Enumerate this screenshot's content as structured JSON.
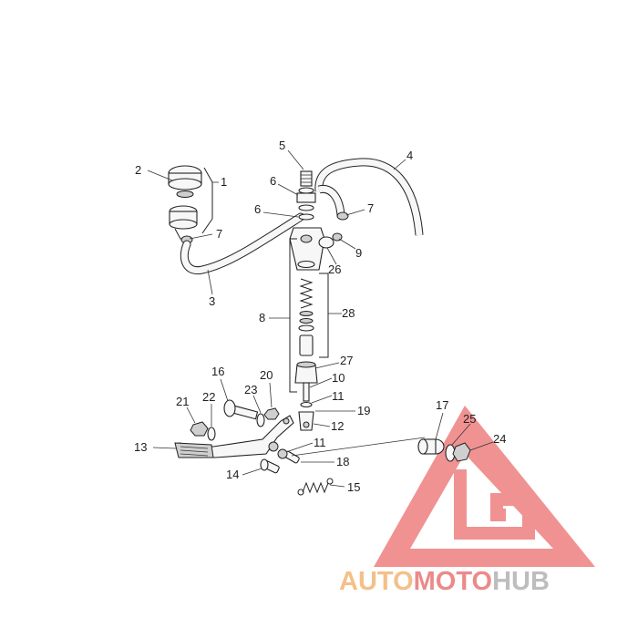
{
  "diagram": {
    "callouts": [
      {
        "id": "c1",
        "label": "1"
      },
      {
        "id": "c2",
        "label": "2"
      },
      {
        "id": "c3",
        "label": "3"
      },
      {
        "id": "c4",
        "label": "4"
      },
      {
        "id": "c5",
        "label": "5"
      },
      {
        "id": "c6a",
        "label": "6"
      },
      {
        "id": "c6b",
        "label": "6"
      },
      {
        "id": "c7a",
        "label": "7"
      },
      {
        "id": "c7b",
        "label": "7"
      },
      {
        "id": "c8",
        "label": "8"
      },
      {
        "id": "c9",
        "label": "9"
      },
      {
        "id": "c10",
        "label": "10"
      },
      {
        "id": "c11a",
        "label": "11"
      },
      {
        "id": "c11b",
        "label": "11"
      },
      {
        "id": "c12",
        "label": "12"
      },
      {
        "id": "c13",
        "label": "13"
      },
      {
        "id": "c14",
        "label": "14"
      },
      {
        "id": "c15",
        "label": "15"
      },
      {
        "id": "c16",
        "label": "16"
      },
      {
        "id": "c17",
        "label": "17"
      },
      {
        "id": "c18",
        "label": "18"
      },
      {
        "id": "c19",
        "label": "19"
      },
      {
        "id": "c20",
        "label": "20"
      },
      {
        "id": "c21",
        "label": "21"
      },
      {
        "id": "c22",
        "label": "22"
      },
      {
        "id": "c23",
        "label": "23"
      },
      {
        "id": "c24",
        "label": "24"
      },
      {
        "id": "c25",
        "label": "25"
      },
      {
        "id": "c26",
        "label": "26"
      },
      {
        "id": "c27",
        "label": "27"
      },
      {
        "id": "c28",
        "label": "28"
      }
    ]
  },
  "watermark": {
    "part1": "AUTO",
    "part2": "MOTO",
    "part3": "HUB",
    "colors": {
      "part1": "#f4c089",
      "part2": "#ec8a8a",
      "part3": "#bdbdbd",
      "logo": "#ee8080"
    }
  }
}
